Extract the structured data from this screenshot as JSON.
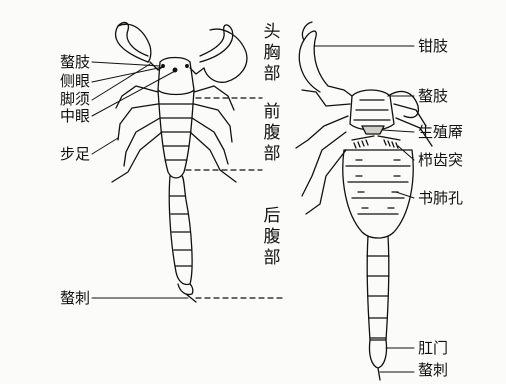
{
  "left_figure": {
    "labels": {
      "chelicera": "螯肢",
      "lateral_eye": "侧眼",
      "pedipalp": "脚须",
      "median_eye": "中眼",
      "walking_leg": "步足",
      "stinger": "螯刺"
    }
  },
  "sections": {
    "cephalothorax": "头胸部",
    "preabdomen": "前腹部",
    "postabdomen": "后腹部"
  },
  "right_figure": {
    "labels": {
      "pincer": "钳肢",
      "chelicera": "螯肢",
      "genital_operculum": "生殖厣",
      "pectine": "栉齿突",
      "book_lung_spiracle": "书肺孔",
      "anus": "肛门",
      "stinger": "螯刺"
    }
  },
  "colors": {
    "ink": "#111111",
    "paper": "#fbfbf9",
    "shade": "#cfcfc8"
  }
}
